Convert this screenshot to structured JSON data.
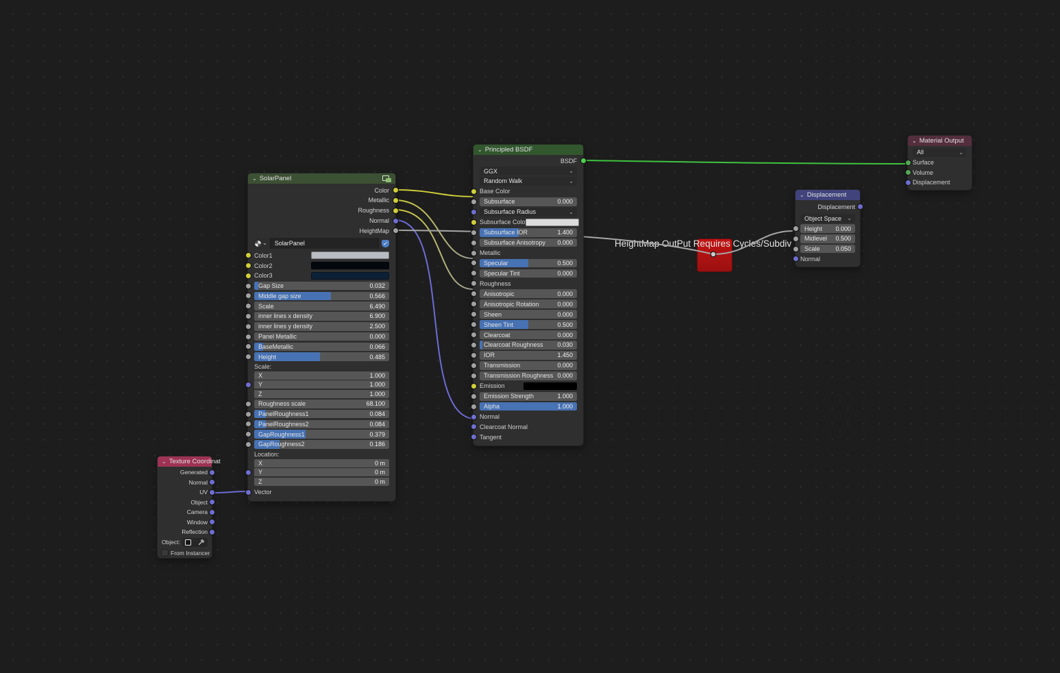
{
  "editor": {
    "frame_label": "HeightMap OutPut Requires Cycles/Subdiv",
    "colors": {
      "background": "#1d1d1d",
      "accent_blue": "#4772b3",
      "frame_red": "#b01111",
      "header_group_green": "#3c5134",
      "header_shader_green": "#32572e",
      "header_input_red": "#9e3355",
      "header_vector_blue": "#41437d",
      "header_output_maroon": "#542e3d",
      "socket_yellow": "#cfcf3a",
      "socket_gray": "#a1a1a1",
      "socket_vector_purple": "#6e6ed1",
      "socket_shader_green": "#4ecf4e",
      "wire_green": "#3ec43e",
      "wire_gray": "#a8a8a8",
      "wire_purple": "#6c6cd6",
      "wire_yellow": "#cfcf3a"
    }
  },
  "nodes": {
    "texture_coordinate": {
      "title": "Texture Coordinat",
      "outputs": [
        "Generated",
        "Normal",
        "UV",
        "Object",
        "Camera",
        "Window",
        "Reflection"
      ],
      "object_label": "Object:",
      "from_instancer_label": "From Instancer"
    },
    "solar_panel": {
      "title": "SolarPanel",
      "outputs": [
        "Color",
        "Metallic",
        "Roughness",
        "Normal",
        "HeightMap"
      ],
      "group_name": "SolarPanel",
      "color_inputs": [
        {
          "label": "Color1",
          "swatch": "#b9bdc2"
        },
        {
          "label": "Color2",
          "swatch": "#04070d"
        },
        {
          "label": "Color3",
          "swatch": "#0c2036"
        }
      ],
      "params": [
        {
          "label": "Gap Size",
          "value": "0.032",
          "fill": 0.032
        },
        {
          "label": "Middle gap size",
          "value": "0.566",
          "fill": 0.566
        },
        {
          "label": "Scale",
          "value": "6.490",
          "fill": 0
        },
        {
          "label": "inner lines x density",
          "value": "6.900",
          "fill": 0
        },
        {
          "label": "inner lines y density",
          "value": "2.500",
          "fill": 0
        },
        {
          "label": "Panel Metallic",
          "value": "0.000",
          "fill": 0
        },
        {
          "label": "BaseMetallic",
          "value": "0.066",
          "fill": 0.066
        },
        {
          "label": "Height",
          "value": "0.485",
          "fill": 0.485
        }
      ],
      "scale_label": "Scale:",
      "scale": [
        {
          "label": "X",
          "value": "1.000"
        },
        {
          "label": "Y",
          "value": "1.000"
        },
        {
          "label": "Z",
          "value": "1.000"
        }
      ],
      "params2": [
        {
          "label": "Roughness scale",
          "value": "68.100",
          "fill": 0
        },
        {
          "label": "PanelRoughness1",
          "value": "0.084",
          "fill": 0.084
        },
        {
          "label": "PanelRoughness2",
          "value": "0.084",
          "fill": 0.084
        },
        {
          "label": "GapRoughness1",
          "value": "0.379",
          "fill": 0.379
        },
        {
          "label": "GapRoughness2",
          "value": "0.186",
          "fill": 0.186
        }
      ],
      "location_label": "Location:",
      "location": [
        {
          "label": "X",
          "value": "0 m"
        },
        {
          "label": "Y",
          "value": "0 m"
        },
        {
          "label": "Z",
          "value": "0 m"
        }
      ],
      "vector_label": "Vector"
    },
    "principled": {
      "title": "Principled BSDF",
      "output_label": "BSDF",
      "distribution": "GGX",
      "subsurface_method": "Random Walk",
      "rows": [
        {
          "type": "input",
          "label": "Base Color",
          "socket": "yellow"
        },
        {
          "type": "slider",
          "label": "Subsurface",
          "value": "0.000",
          "fill": 0,
          "socket": "gray"
        },
        {
          "type": "dropdown",
          "label": "Subsurface Radius",
          "socket": "purple"
        },
        {
          "type": "color",
          "label": "Subsurface Colo",
          "swatch": "#dcdcdc",
          "socket": "yellow"
        },
        {
          "type": "slider",
          "label": "Subsurface IOR",
          "value": "1.400",
          "fill": 0.4,
          "socket": "gray"
        },
        {
          "type": "slider",
          "label": "Subsurface Anisotropy",
          "value": "0.000",
          "fill": 0,
          "socket": "gray"
        },
        {
          "type": "input",
          "label": "Metallic",
          "socket": "gray"
        },
        {
          "type": "slider",
          "label": "Specular",
          "value": "0.500",
          "fill": 0.5,
          "socket": "gray"
        },
        {
          "type": "slider",
          "label": "Specular Tint",
          "value": "0.000",
          "fill": 0,
          "socket": "gray"
        },
        {
          "type": "input",
          "label": "Roughness",
          "socket": "gray"
        },
        {
          "type": "slider",
          "label": "Anisotropic",
          "value": "0.000",
          "fill": 0,
          "socket": "gray"
        },
        {
          "type": "slider",
          "label": "Anisotropic Rotation",
          "value": "0.000",
          "fill": 0,
          "socket": "gray"
        },
        {
          "type": "slider",
          "label": "Sheen",
          "value": "0.000",
          "fill": 0,
          "socket": "gray"
        },
        {
          "type": "slider",
          "label": "Sheen Tint",
          "value": "0.500",
          "fill": 0.5,
          "socket": "gray"
        },
        {
          "type": "slider",
          "label": "Clearcoat",
          "value": "0.000",
          "fill": 0,
          "socket": "gray"
        },
        {
          "type": "slider",
          "label": "Clearcoat Roughness",
          "value": "0.030",
          "fill": 0.03,
          "socket": "gray"
        },
        {
          "type": "slider",
          "label": "IOR",
          "value": "1.450",
          "fill": 0,
          "socket": "gray"
        },
        {
          "type": "slider",
          "label": "Transmission",
          "value": "0.000",
          "fill": 0,
          "socket": "gray"
        },
        {
          "type": "slider",
          "label": "Transmission Roughness",
          "value": "0.000",
          "fill": 0,
          "socket": "gray"
        },
        {
          "type": "color",
          "label": "Emission",
          "swatch": "#000000",
          "socket": "yellow"
        },
        {
          "type": "slider",
          "label": "Emission Strength",
          "value": "1.000",
          "fill": 0,
          "socket": "gray"
        },
        {
          "type": "slider",
          "label": "Alpha",
          "value": "1.000",
          "fill": 1,
          "socket": "gray"
        },
        {
          "type": "input",
          "label": "Normal",
          "socket": "purple"
        },
        {
          "type": "input",
          "label": "Clearcoat Normal",
          "socket": "purple"
        },
        {
          "type": "input",
          "label": "Tangent",
          "socket": "purple"
        }
      ]
    },
    "displacement": {
      "title": "Displacement",
      "output_label": "Displacement",
      "space": "Object Space",
      "params": [
        {
          "label": "Height",
          "value": "0.000"
        },
        {
          "label": "Midlevel",
          "value": "0.500"
        },
        {
          "label": "Scale",
          "value": "0.050"
        }
      ],
      "normal_label": "Normal"
    },
    "material_output": {
      "title": "Material Output",
      "target": "All",
      "inputs": [
        "Surface",
        "Volume",
        "Displacement"
      ]
    }
  }
}
